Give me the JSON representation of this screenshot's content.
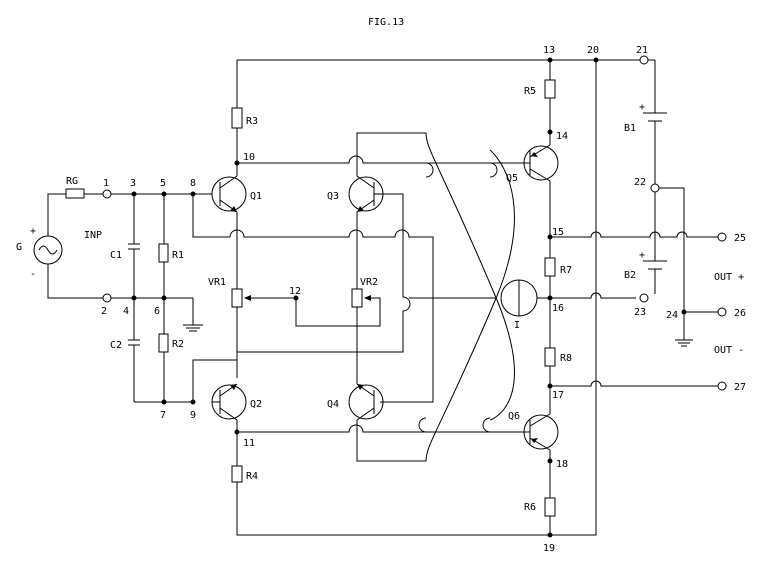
{
  "title": "FIG.13",
  "components": {
    "RG": "RG",
    "R1": "R1",
    "R2": "R2",
    "R3": "R3",
    "R4": "R4",
    "R5": "R5",
    "R6": "R6",
    "R7": "R7",
    "R8": "R8",
    "C1": "C1",
    "C2": "C2",
    "VR1": "VR1",
    "VR2": "VR2",
    "Q1": "Q1",
    "Q2": "Q2",
    "Q3": "Q3",
    "Q4": "Q4",
    "Q5": "Q5",
    "Q6": "Q6",
    "B1": "B1",
    "B2": "B2",
    "G": "G",
    "I": "I",
    "INP": "INP"
  },
  "nodes": {
    "n1": "1",
    "n2": "2",
    "n3": "3",
    "n4": "4",
    "n5": "5",
    "n6": "6",
    "n7": "7",
    "n8": "8",
    "n9": "9",
    "n10": "10",
    "n11": "11",
    "n12": "12",
    "n13": "13",
    "n14": "14",
    "n15": "15",
    "n16": "16",
    "n17": "17",
    "n18": "18",
    "n19": "19",
    "n20": "20",
    "n21": "21",
    "n22": "22",
    "n23": "23",
    "n24": "24",
    "n25": "25",
    "n26": "26",
    "n27": "27"
  },
  "outputs": {
    "out_plus": "OUT +",
    "out_minus": "OUT -"
  },
  "signs": {
    "plus": "+",
    "minus": "-"
  }
}
